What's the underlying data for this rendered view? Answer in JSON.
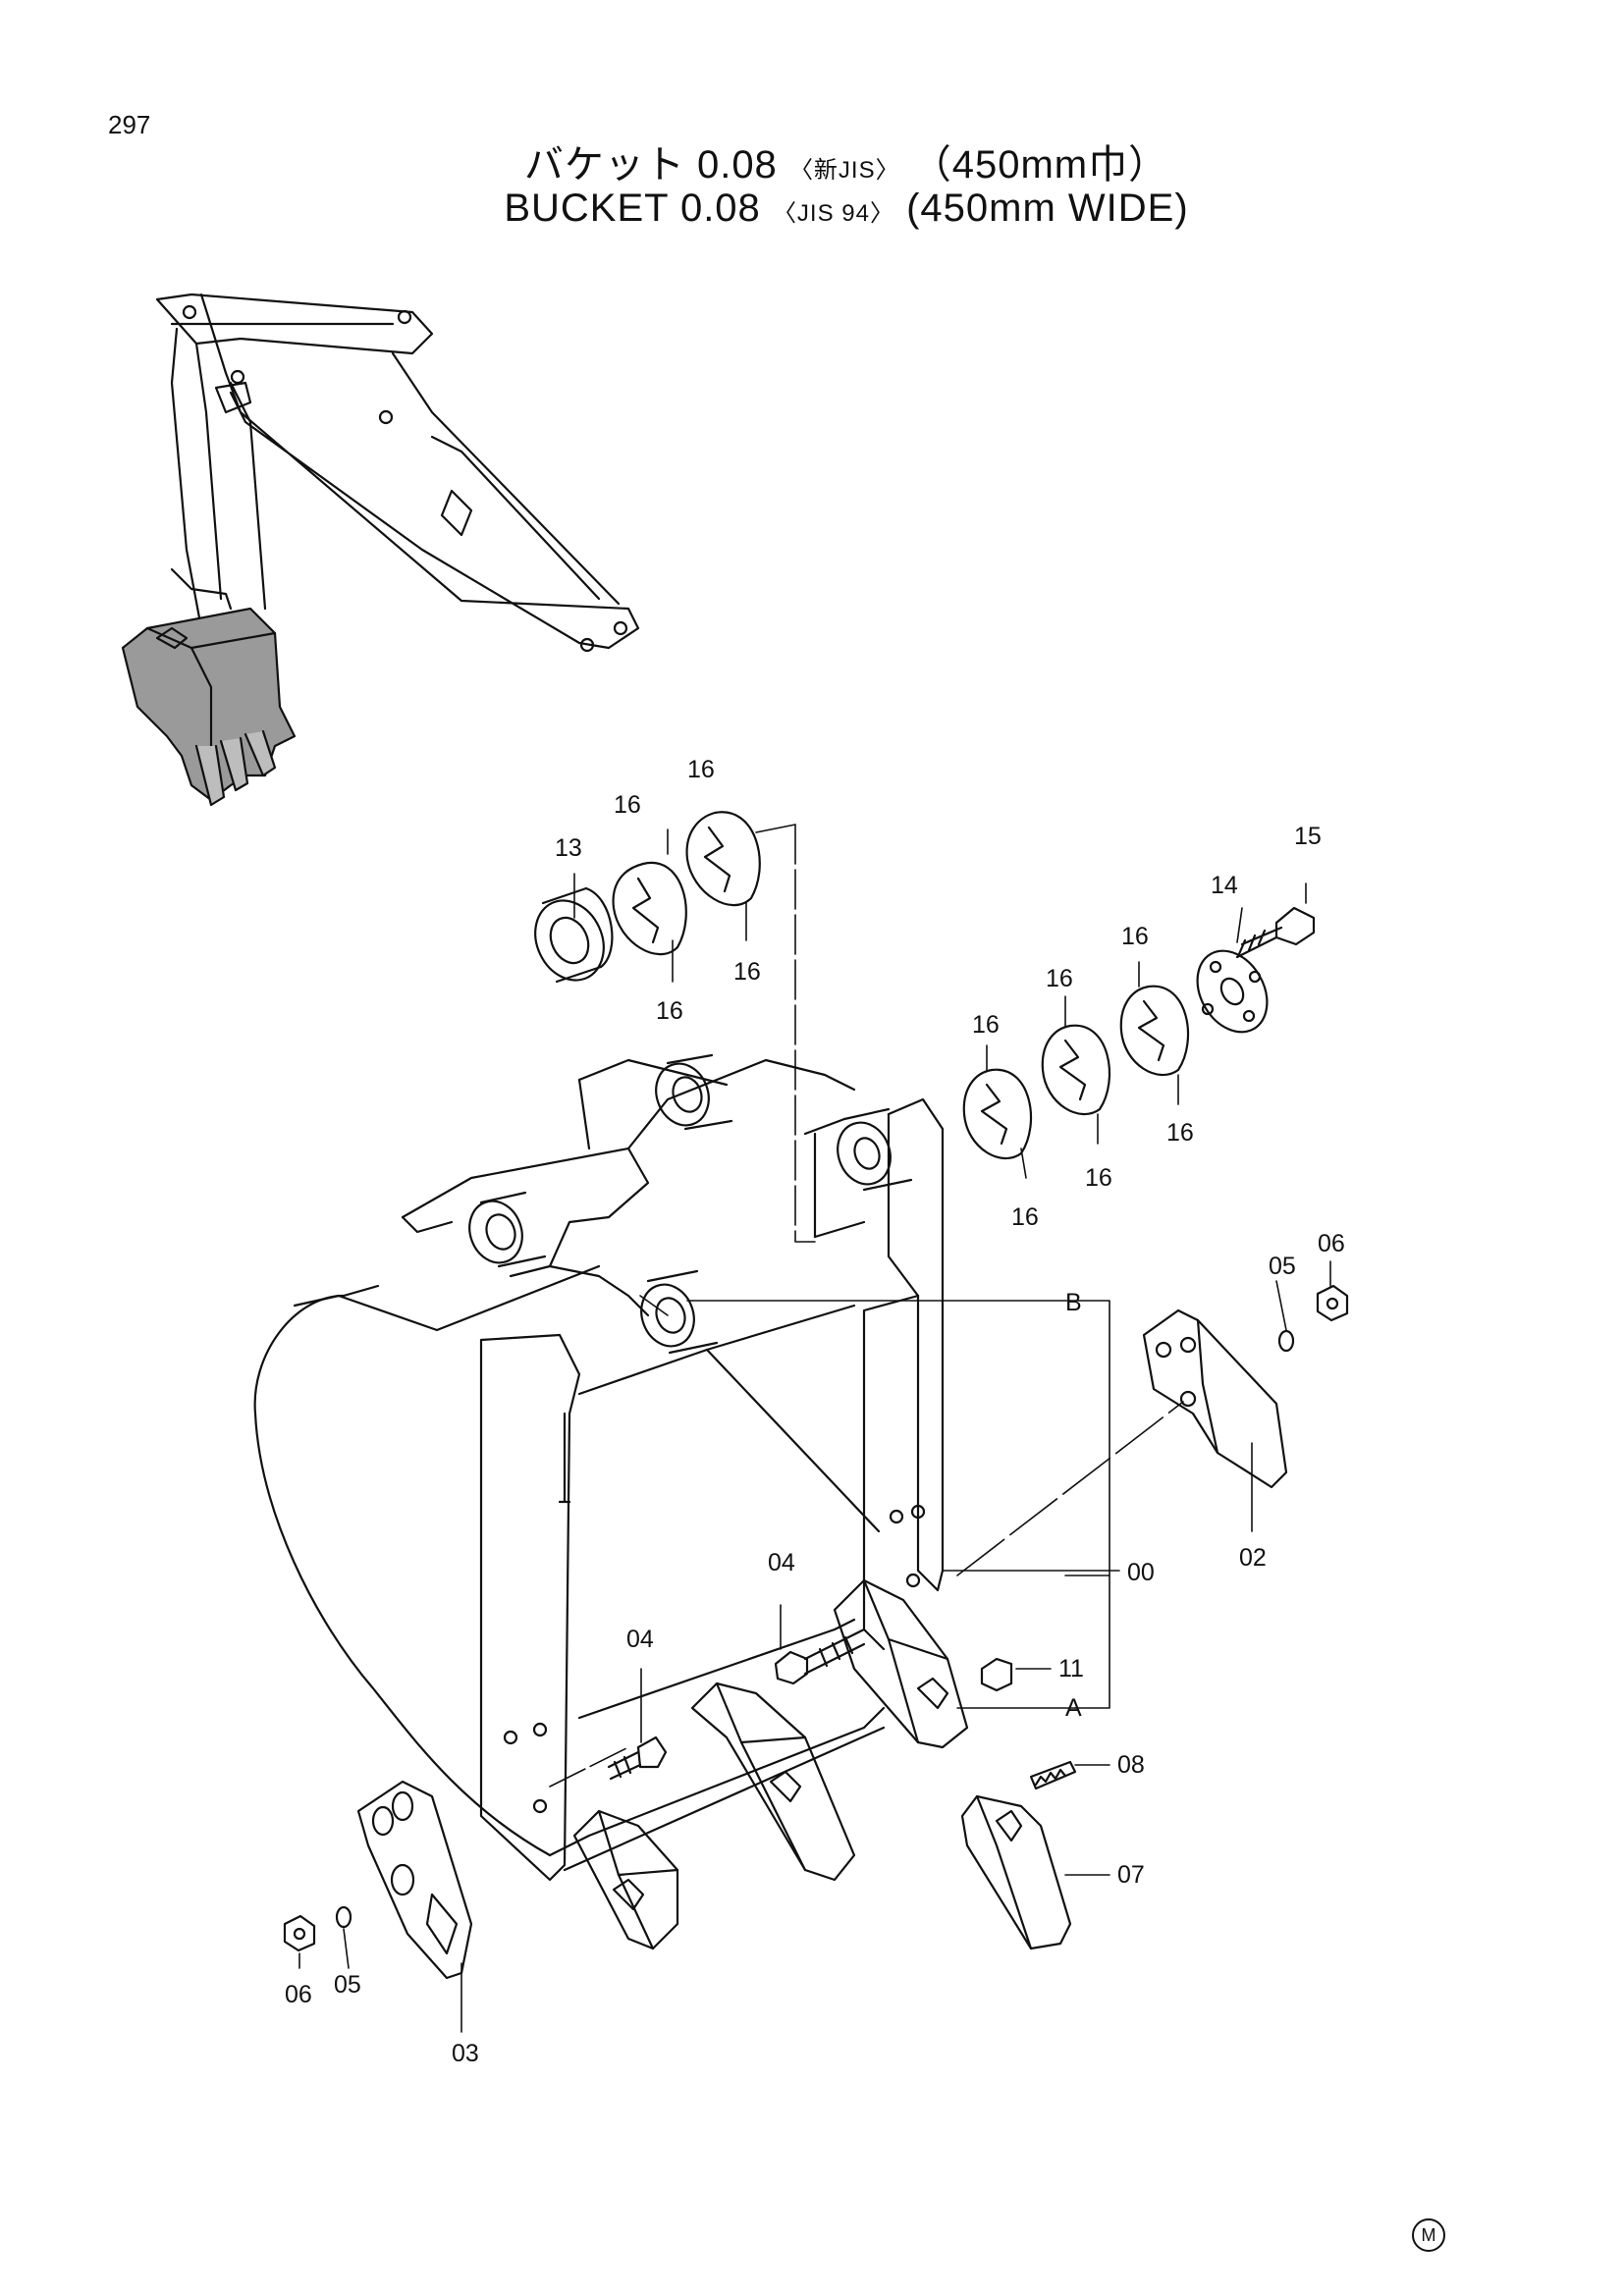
{
  "page_number": "297",
  "title": {
    "jp_main": "バケット 0.08",
    "jp_std": "〈新JIS〉",
    "jp_width": "（450mm巾）",
    "en_main": "BUCKET  0.08",
    "en_std": "〈JIS 94〉",
    "en_width": "(450mm  WIDE)"
  },
  "callouts": {
    "c00": "00",
    "c02": "02",
    "c03": "03",
    "c04a": "04",
    "c04b": "04",
    "c05a": "05",
    "c05b": "05",
    "c06a": "06",
    "c06b": "06",
    "c07": "07",
    "c08": "08",
    "c11": "11",
    "c13": "13",
    "c14": "14",
    "c15": "15",
    "c16a": "16",
    "c16b": "16",
    "c16c": "16",
    "c16d": "16",
    "c16e": "16",
    "c16f": "16",
    "c16g": "16",
    "c16h": "16",
    "c16i": "16",
    "c16j": "16",
    "refA": "A",
    "refB": "B"
  },
  "manufacturer_mark": "M"
}
